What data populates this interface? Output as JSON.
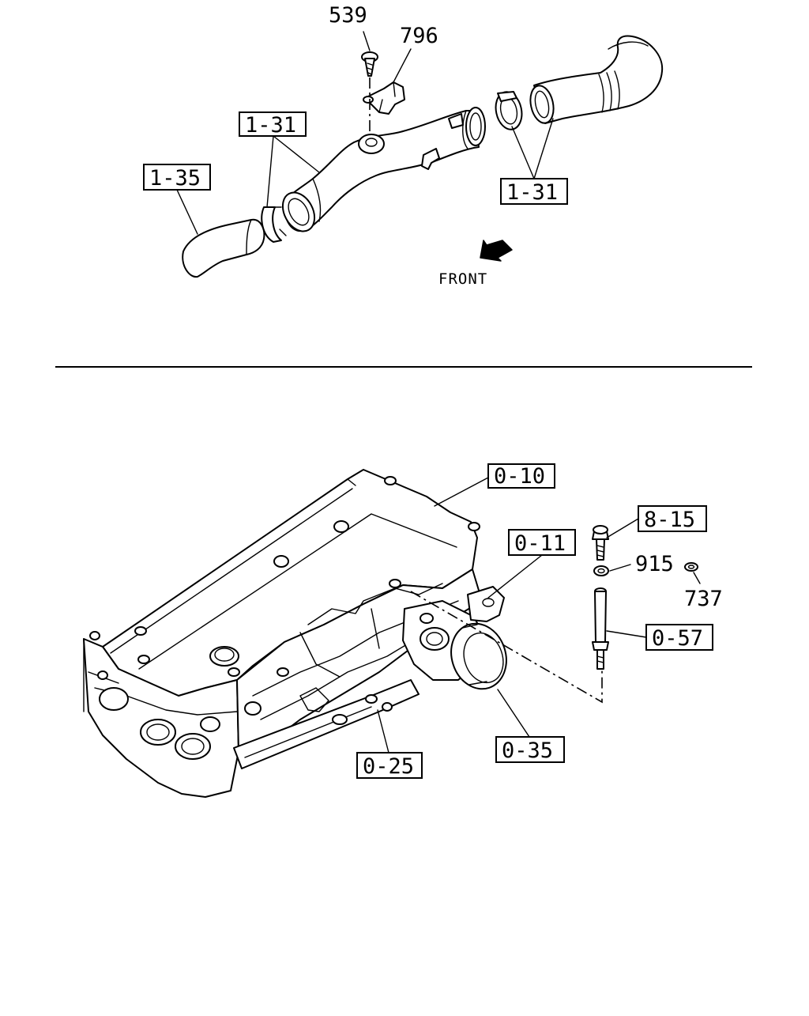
{
  "callouts_top": {
    "c539": "539",
    "c796": "796",
    "b131_left": "1-31",
    "b135": "1-35",
    "b131_right": "1-31",
    "front": "FRONT"
  },
  "callouts_bottom": {
    "b010": "0-10",
    "b011": "0-11",
    "b815": "8-15",
    "c915": "915",
    "c737": "737",
    "b057": "0-57",
    "b035": "0-35",
    "b025": "0-25"
  },
  "icons": {
    "front_arrow": "arrow-down-left-icon"
  }
}
